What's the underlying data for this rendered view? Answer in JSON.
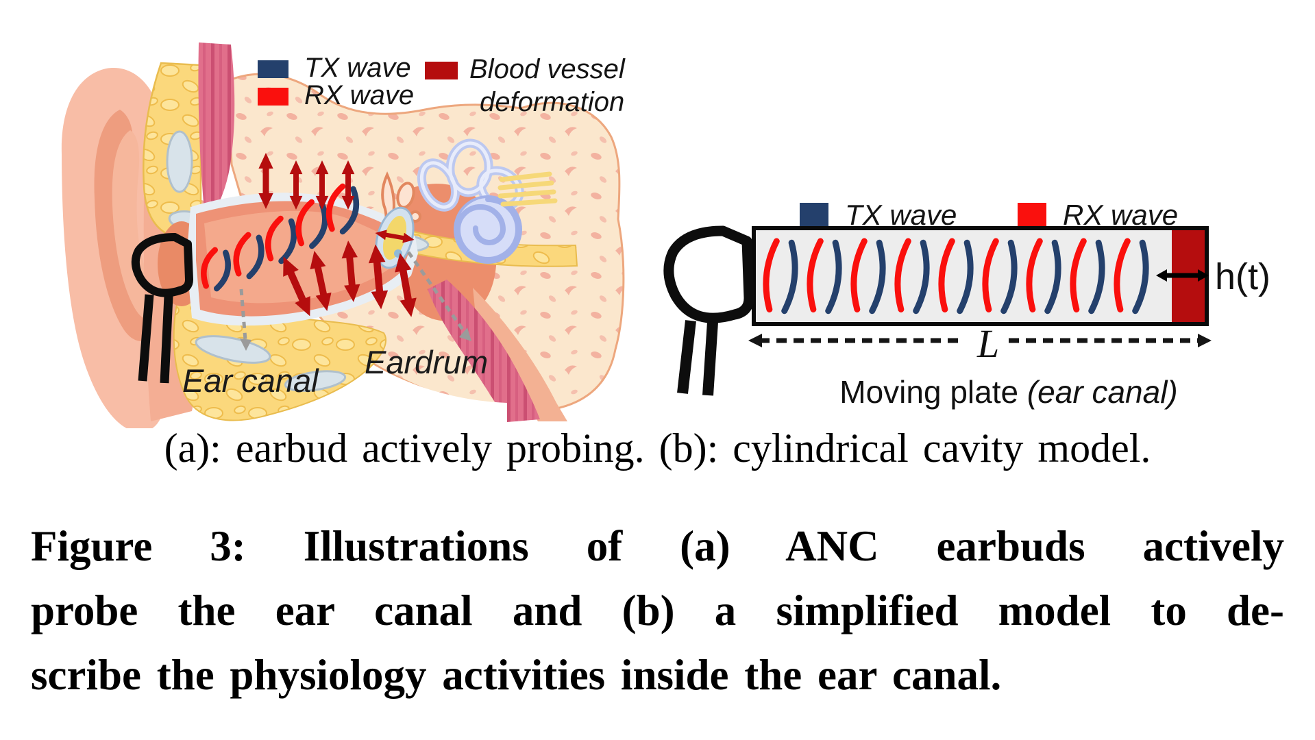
{
  "figure": {
    "panel_a": {
      "legend": {
        "tx": "TX wave",
        "rx": "RX wave",
        "blood_line1": "Blood vessel",
        "blood_line2": "deformation"
      },
      "labels": {
        "ear_canal": "Ear canal",
        "eardrum": "Eardrum"
      },
      "icons": [
        "earbud-icon",
        "tx-rx-wave-arcs",
        "blood-vessel-deformation-arrows",
        "gray-dashed-pointer-arrows"
      ]
    },
    "panel_b": {
      "legend": {
        "tx": "TX wave",
        "rx": "RX wave"
      },
      "h_label": "h(t)",
      "length_label": "L",
      "plate_regular": "Moving plate",
      "plate_italic": " (ear canal)",
      "icons": [
        "earbud-icon",
        "tx-rx-wave-arcs",
        "moving-plate-bar",
        "h-displacement-arrow",
        "length-dashed-arrow"
      ]
    },
    "sub_caption": "(a): earbud actively probing. (b): cylindrical cavity model.",
    "caption": {
      "line1": "Figure 3: Illustrations of (a) ANC earbuds actively",
      "line2": "probe the ear canal and (b) a simplified model to de-",
      "line3": "scribe the physiology activities inside the ear canal."
    },
    "colors": {
      "tx_navy": "#24406c",
      "rx_red": "#fa100d",
      "deep_red": "#b50d0e",
      "cavity_fill": "#ededed",
      "pointer_gray": "#9b9b9b"
    }
  }
}
